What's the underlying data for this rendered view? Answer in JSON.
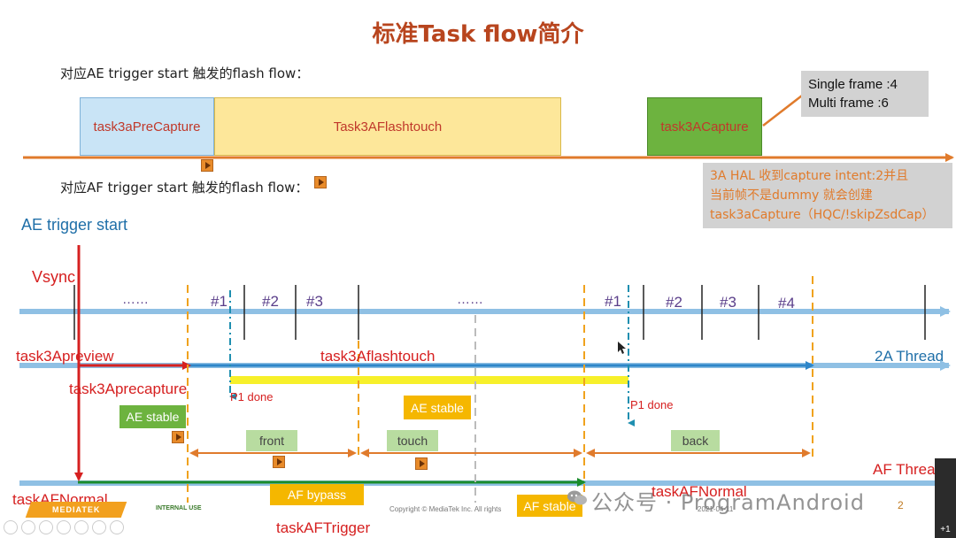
{
  "title": "标准Task flow简介",
  "caption_ae": "对应AE trigger start 触发的flash flow：",
  "caption_af": "对应AF trigger start 触发的flash flow：",
  "top_boxes": {
    "precapture": "task3aPreCapture",
    "flashtouch": "Task3AFlashtouch",
    "capture": "task3ACapture"
  },
  "frame_note": {
    "line1": "Single frame :4",
    "line2": "Multi frame :6"
  },
  "hal_note": {
    "line1": "3A HAL 收到capture intent:2并且",
    "line2": "当前帧不是dummy 就会创建",
    "line3": "task3aCapture（HQC/!skipZsdCap）"
  },
  "labels": {
    "ae_trigger_start": "AE trigger start",
    "vsync": "Vsync",
    "task3apreview": "task3Apreview",
    "task3aflashtouch": "task3Aflashtouch",
    "thread_2a": "2A Thread",
    "task3aprecapture": "task3Aprecapture",
    "p1_done_1": "P1 done",
    "p1_done_2": "P1 done",
    "af_thread": "AF Threa",
    "task_af_normal_1": "taskAFNormal",
    "task_af_normal_2": "taskAFNormal",
    "task_af_trigger": "taskAFTrigger"
  },
  "frames": {
    "dots1": "……",
    "dots2": "……",
    "f1a": "#1",
    "f2a": "#2",
    "f3a": "#3",
    "f1b": "#1",
    "f2b": "#2",
    "f3b": "#3",
    "f4b": "#4"
  },
  "tags": {
    "ae_stable_1": "AE stable",
    "ae_stable_2": "AE stable",
    "front": "front",
    "touch": "touch",
    "back": "back",
    "af_bypass": "AF bypass",
    "af_stable": "AF stable"
  },
  "footer": {
    "logo": "MEDIATEK",
    "internal": "INTERNAL USE",
    "copyright": "Copyright © MediaTek Inc. All rights",
    "date": "2021-04-11",
    "watermark": "公众号 · ProgramAndroid",
    "page": "2",
    "plus": "+1"
  },
  "icons": [
    "play-icon",
    "wechat-icon",
    "cursor-icon",
    "player-control-icon"
  ],
  "colors": {
    "title": "#b8451e",
    "arrow_orange": "#e07b2c",
    "timeline_blue": "#8fc0e4",
    "strong_blue": "#2e86c9",
    "red": "#d62020",
    "green": "#1a8c2c",
    "yellow": "#f7f02a",
    "box_blue": "#c9e4f6",
    "box_yellow": "#fde79a",
    "box_green": "#6db33f"
  }
}
